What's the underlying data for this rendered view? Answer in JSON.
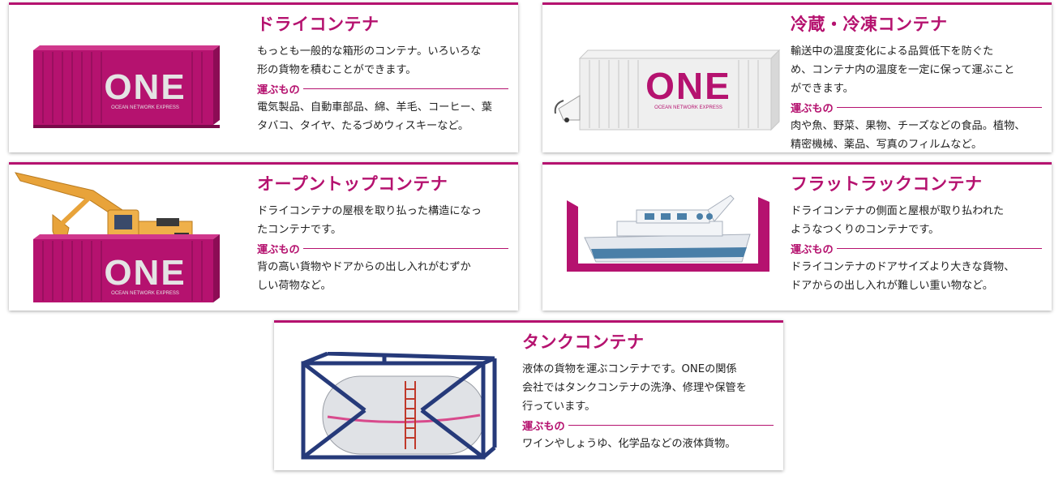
{
  "section_label": "運ぶもの",
  "logo_text": "ONE",
  "logo_sub": "OCEAN NETWORK EXPRESS",
  "colors": {
    "accent": "#b5126f",
    "container_magenta": "#b5126f",
    "text": "#222222"
  },
  "cards": {
    "dry": {
      "title": "ドライコンテナ",
      "desc": [
        "もっとも一般的な箱形のコンテナ。いろいろな",
        "形の貨物を積むことができます。"
      ],
      "cargo": [
        "電気製品、自動車部品、綿、羊毛、コーヒー、葉",
        "タバコ、タイヤ、たるづめウィスキーなど。"
      ]
    },
    "reefer": {
      "title": "冷蔵・冷凍コンテナ",
      "desc": [
        "輸送中の温度変化による品質低下を防ぐた",
        "め、コンテナ内の温度を一定に保って運ぶこと",
        "ができます。"
      ],
      "cargo": [
        "肉や魚、野菜、果物、チーズなどの食品。植物、",
        "精密機械、薬品、写真のフィルムなど。"
      ]
    },
    "opentop": {
      "title": "オープントップコンテナ",
      "desc": [
        "ドライコンテナの屋根を取り払った構造になっ",
        "たコンテナです。"
      ],
      "cargo": [
        "背の高い貨物やドアからの出し入れがむずか",
        "しい荷物など。"
      ]
    },
    "flatrack": {
      "title": "フラットラックコンテナ",
      "desc": [
        "ドライコンテナの側面と屋根が取り払われた",
        "ようなつくりのコンテナです。"
      ],
      "cargo": [
        "ドライコンテナのドアサイズより大きな貨物、",
        "ドアからの出し入れが難しい重い物など。"
      ]
    },
    "tank": {
      "title": "タンクコンテナ",
      "desc": [
        "液体の貨物を運ぶコンテナです。ONEの関係",
        "会社ではタンクコンテナの洗浄、修理や保管を",
        "行っています。"
      ],
      "cargo": [
        "ワインやしょうゆ、化学品などの液体貨物。"
      ]
    }
  }
}
